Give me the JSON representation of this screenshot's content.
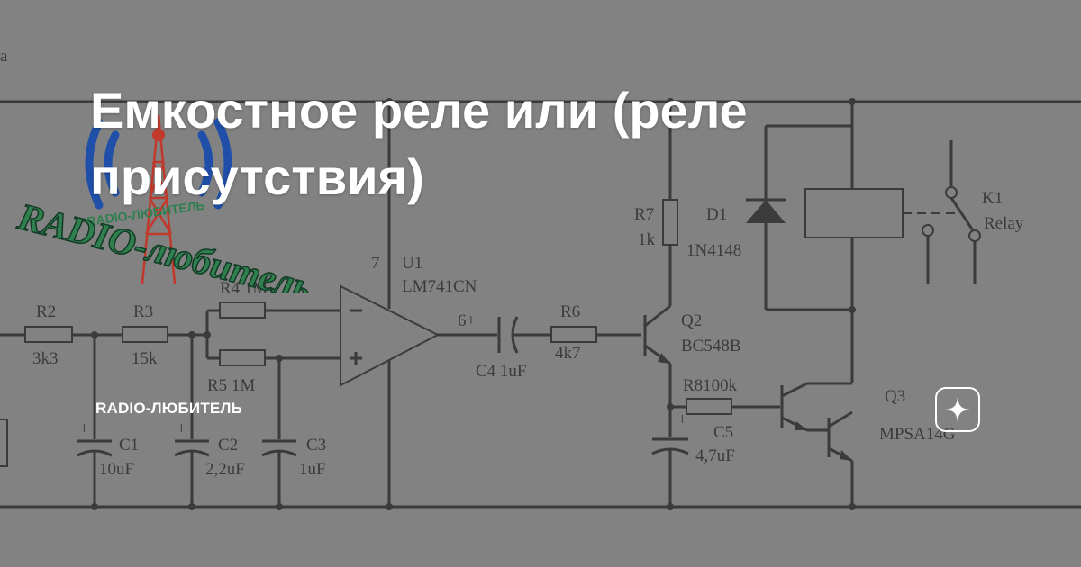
{
  "page": {
    "title_line1": "Емкостное реле или (реле",
    "title_line2": "присутствия)",
    "channel_name": "RADIO-ЛЮБИТЕЛЬ"
  },
  "logo": {
    "text": "RADIO-любитель",
    "small_text": "RADIO-ЛЮБИТЕЛЬ"
  },
  "schematic": {
    "r2": {
      "ref": "R2",
      "value": "3k3"
    },
    "r3": {
      "ref": "R3",
      "value": "15k"
    },
    "r4": {
      "label": "R4 1M"
    },
    "r5": {
      "label": "R5 1M"
    },
    "r6": {
      "ref": "R6",
      "value": "4k7"
    },
    "r7": {
      "ref": "R7",
      "value": "1k"
    },
    "r8": {
      "label": "R8100k"
    },
    "c1": {
      "ref": "C1",
      "value": "10uF"
    },
    "c2": {
      "ref": "C2",
      "value": "2,2uF"
    },
    "c3": {
      "ref": "C3",
      "value": "1uF"
    },
    "c4": {
      "label": "C4 1uF"
    },
    "c5": {
      "ref": "C5",
      "value": "4,7uF"
    },
    "u1": {
      "ref": "U1",
      "part": "LM741CN",
      "pin7": "7",
      "pin6": "6+"
    },
    "d1": {
      "ref": "D1",
      "part": "1N4148"
    },
    "q2": {
      "ref": "Q2",
      "part": "BC548B"
    },
    "q3": {
      "ref": "Q3",
      "part": "MPSA14G"
    },
    "k1": {
      "ref": "K1",
      "part": "Relay"
    },
    "partial_text": "а",
    "plus": "+"
  },
  "colors": {
    "background": "#8a8a8a",
    "title_text": "#ffffff",
    "logo_blue": "#1f4fa8",
    "logo_green": "#2f7f4f",
    "logo_red": "#c0392b"
  },
  "icons": {
    "zen": "sparkle-star-icon"
  }
}
